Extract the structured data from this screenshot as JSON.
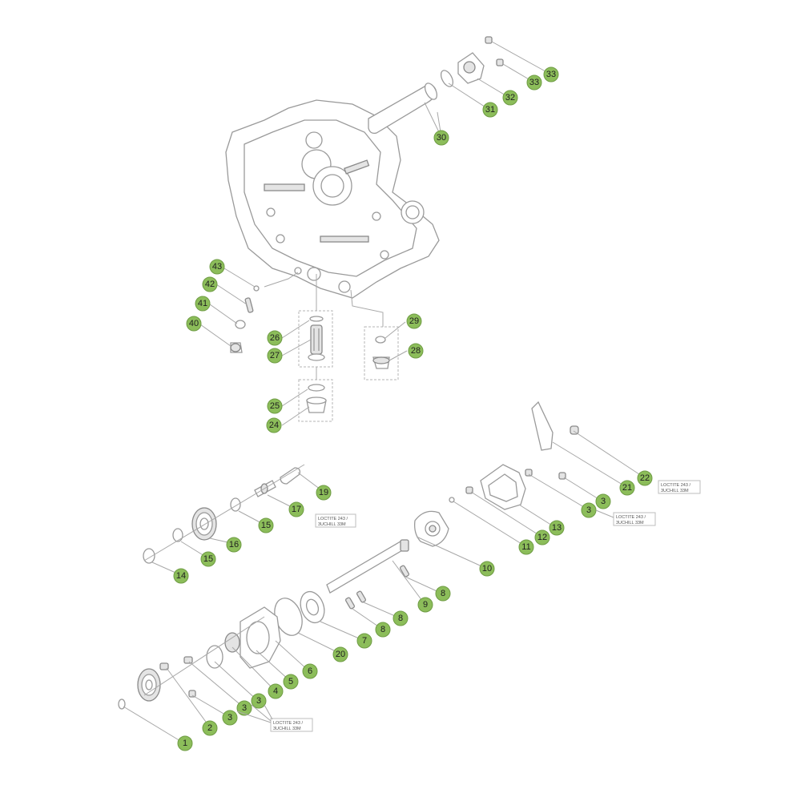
{
  "callouts": [
    {
      "id": "c-43",
      "label": "43"
    },
    {
      "id": "c-42",
      "label": "42"
    },
    {
      "id": "c-41",
      "label": "41"
    },
    {
      "id": "c-40",
      "label": "40"
    },
    {
      "id": "c-26",
      "label": "26"
    },
    {
      "id": "c-27",
      "label": "27"
    },
    {
      "id": "c-25",
      "label": "25"
    },
    {
      "id": "c-24",
      "label": "24"
    },
    {
      "id": "c-29",
      "label": "29"
    },
    {
      "id": "c-28",
      "label": "28"
    },
    {
      "id": "c-30",
      "label": "30"
    },
    {
      "id": "c-31",
      "label": "31"
    },
    {
      "id": "c-32",
      "label": "32"
    },
    {
      "id": "c-33a",
      "label": "33"
    },
    {
      "id": "c-33b",
      "label": "33"
    },
    {
      "id": "c-19",
      "label": "19"
    },
    {
      "id": "c-17",
      "label": "17"
    },
    {
      "id": "c-15a",
      "label": "15"
    },
    {
      "id": "c-16",
      "label": "16"
    },
    {
      "id": "c-15b",
      "label": "15"
    },
    {
      "id": "c-14",
      "label": "14"
    },
    {
      "id": "c-22",
      "label": "22"
    },
    {
      "id": "c-21",
      "label": "21"
    },
    {
      "id": "c-3a",
      "label": "3"
    },
    {
      "id": "c-3b",
      "label": "3"
    },
    {
      "id": "c-13",
      "label": "13"
    },
    {
      "id": "c-12",
      "label": "12"
    },
    {
      "id": "c-11",
      "label": "11"
    },
    {
      "id": "c-10",
      "label": "10"
    },
    {
      "id": "c-9",
      "label": "9"
    },
    {
      "id": "c-8a",
      "label": "8"
    },
    {
      "id": "c-8b",
      "label": "8"
    },
    {
      "id": "c-8c",
      "label": "8"
    },
    {
      "id": "c-7",
      "label": "7"
    },
    {
      "id": "c-20",
      "label": "20"
    },
    {
      "id": "c-6",
      "label": "6"
    },
    {
      "id": "c-5",
      "label": "5"
    },
    {
      "id": "c-4",
      "label": "4"
    },
    {
      "id": "c-3c",
      "label": "3"
    },
    {
      "id": "c-3d",
      "label": "3"
    },
    {
      "id": "c-3e",
      "label": "3"
    },
    {
      "id": "c-2",
      "label": "2"
    },
    {
      "id": "c-1",
      "label": "1"
    }
  ],
  "notes": [
    {
      "id": "note-a",
      "line1": "LOCTITE 243 /",
      "line2": "3UCHILL 33M"
    },
    {
      "id": "note-b",
      "line1": "LOCTITE 243 /",
      "line2": "3UCHILL 33M"
    },
    {
      "id": "note-c",
      "line1": "LOCTITE 243 /",
      "line2": "3UCHILL 33M"
    },
    {
      "id": "note-d",
      "line1": "LOCTITE 243 /",
      "line2": "3UCHILL 33M"
    }
  ],
  "colors": {
    "callout": "#8cbd5a",
    "line": "#a8a8a8"
  }
}
